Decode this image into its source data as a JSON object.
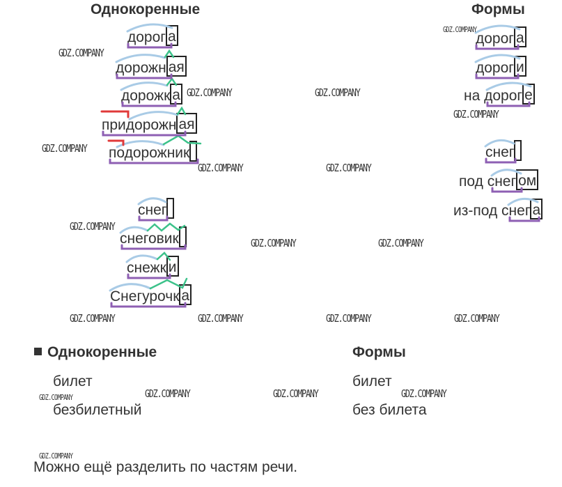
{
  "section1": {
    "left_heading": "Однокоренные",
    "right_heading": "Формы",
    "related_group_1": [
      {
        "stem": "дорог",
        "ending": "а"
      },
      {
        "stem": "дорожн",
        "ending": "ая"
      },
      {
        "stem": "дорожк",
        "ending": "а"
      },
      {
        "stem": "придорожн",
        "ending": "ая"
      },
      {
        "stem": "подорожник",
        "ending": ""
      }
    ],
    "related_group_2": [
      {
        "stem": "снег",
        "ending": ""
      },
      {
        "stem": "снеговик",
        "ending": ""
      },
      {
        "stem": "снежк",
        "ending": "и"
      },
      {
        "stem": "Снегурочк",
        "ending": "а"
      }
    ],
    "forms_group_1": [
      {
        "prep": "",
        "stem": "дорог",
        "ending": "а"
      },
      {
        "prep": "",
        "stem": "дорог",
        "ending": "и"
      },
      {
        "prep": "на",
        "stem": "дорог",
        "ending": "е"
      }
    ],
    "forms_group_2": [
      {
        "prep": "",
        "stem": "снег",
        "ending": ""
      },
      {
        "prep": "под",
        "stem": "снег",
        "ending": "ом"
      },
      {
        "prep": "из-под",
        "stem": "снег",
        "ending": "а"
      }
    ]
  },
  "section2": {
    "left_heading": "Однокоренные",
    "right_heading": "Формы",
    "related": [
      "билет",
      "безбилетный"
    ],
    "forms": [
      "билет",
      "без билета"
    ]
  },
  "note": "Можно ещё разделить по частям речи.",
  "watermark": "GDZ.COMPANY",
  "colors": {
    "root_arc": "#a9cbe6",
    "stem_underline": "#8e5fb3",
    "suffix": "#3cc28a",
    "prefix": "#e03a3a",
    "ending_box": "#222222"
  }
}
